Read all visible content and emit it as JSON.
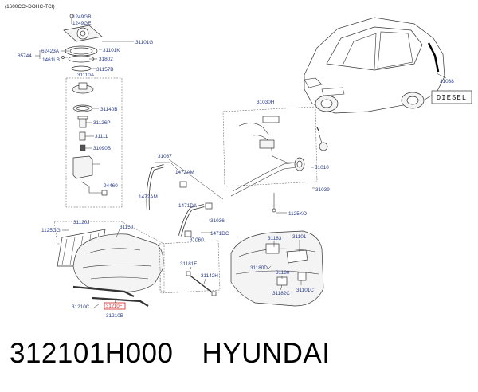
{
  "header": "(1600CC>DOHC-TCI)",
  "caption": {
    "part_number": "312101H000",
    "brand": "HYUNDAI"
  },
  "diesel_badge": "DIESEL",
  "parts": {
    "p1249GB": "1249GB",
    "p1249GE": "1249GE",
    "p31101G": "31101G",
    "p85744": "85744",
    "p62423A": "62423A",
    "p1461LB": "1461LB",
    "p31101K": "31101K",
    "p31802": "31802",
    "p31157B": "31157B",
    "p31110A": "31110A",
    "p31140B": "31140B",
    "p31126P": "31126P",
    "p31111": "31111",
    "p31090B": "31090B",
    "p94460": "94460",
    "p31038": "31038",
    "p31030H": "31030H",
    "p31037": "31037",
    "p1472AM_a": "1472AM",
    "p1472AM_b": "1472AM",
    "p1471DA": "1471DA",
    "p31036": "31036",
    "p1471DC": "1471DC",
    "p31060": "31060",
    "p31010": "31010",
    "p31039": "31039",
    "p1125KO": "1125KO",
    "p31120J": "31120J",
    "p1125GG": "1125GG",
    "p31150": "31150",
    "p31183": "31183",
    "p31101": "31101",
    "p31181F": "31181F",
    "p31142H": "31142H",
    "p31180D": "31180D",
    "p31180": "31180",
    "p31182C": "31182C",
    "p31101C": "31101C",
    "p31210C": "31210C",
    "p31210F": "31210F",
    "p31210B": "31210B"
  },
  "colors": {
    "label": "#2a3d8c",
    "highlight": "#d22222"
  }
}
